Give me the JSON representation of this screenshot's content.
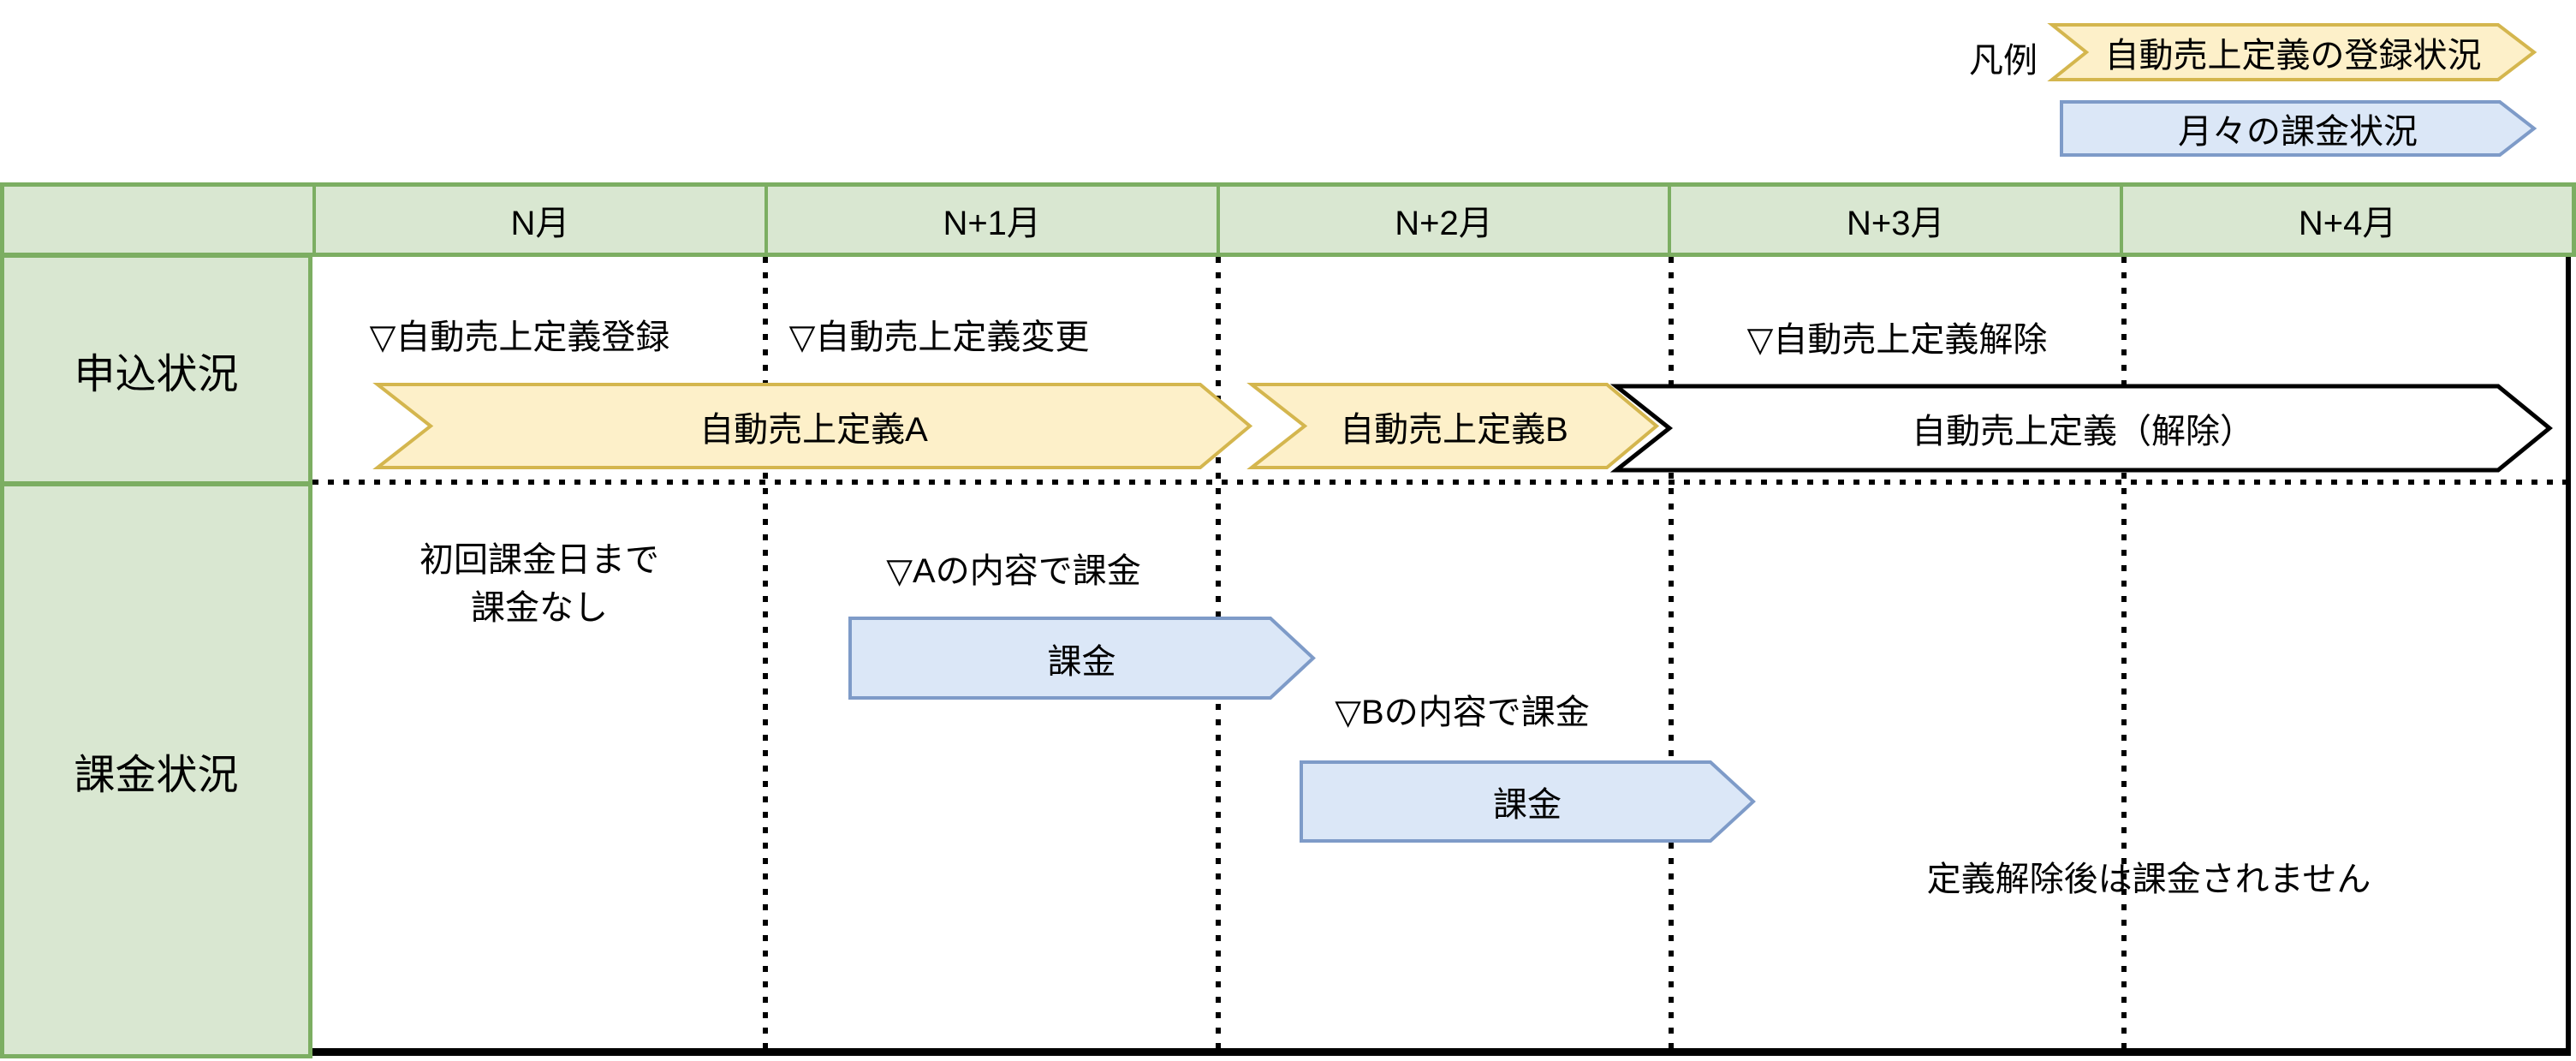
{
  "legend": {
    "title": "凡例",
    "items": [
      {
        "label": "自動売上定義の登録状況"
      },
      {
        "label": "月々の課金状況"
      }
    ]
  },
  "table": {
    "columns": [
      "N月",
      "N+1月",
      "N+2月",
      "N+3月",
      "N+4月"
    ],
    "row_labels": [
      "申込状況",
      "課金状況"
    ]
  },
  "application_row": {
    "events": [
      {
        "label": "▽自動売上定義登録"
      },
      {
        "label": "▽自動売上定義変更"
      },
      {
        "label": "▽自動売上定義解除"
      }
    ],
    "bars": [
      {
        "label": "自動売上定義A"
      },
      {
        "label": "自動売上定義B"
      },
      {
        "label": "自動売上定義（解除）"
      }
    ]
  },
  "billing_row": {
    "note_first_month_line1": "初回課金日まで",
    "note_first_month_line2": "課金なし",
    "events": [
      {
        "label": "▽Aの内容で課金"
      },
      {
        "label": "▽Bの内容で課金"
      }
    ],
    "bars": [
      {
        "label": "課金"
      },
      {
        "label": "課金"
      }
    ],
    "note_after_release": "定義解除後は課金されません"
  },
  "colors": {
    "table_fill_green": "#D9E7D1",
    "table_border_green": "#7CAE62",
    "definition_fill_yellow": "#FDF0C9",
    "definition_border_gold": "#D4B64E",
    "billing_fill_blue": "#DBE7F7",
    "billing_border_blue": "#7E9BC8",
    "release_fill": "#FFFFFF",
    "release_border": "#000000",
    "grid_dots": "#000000"
  }
}
